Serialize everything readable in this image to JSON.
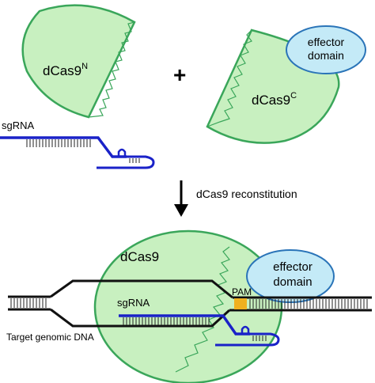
{
  "top": {
    "ncterm": {
      "label": "dCas9",
      "superscript": "N"
    },
    "cterm": {
      "label": "dCas9",
      "superscript": "C"
    },
    "plus": "+",
    "effector": {
      "line1": "effector",
      "line2": "domain"
    },
    "sgrna_label": "sgRNA"
  },
  "step": {
    "label": "dCas9 reconstitution"
  },
  "bottom": {
    "dcas9_label": "dCas9",
    "effector": {
      "line1": "effector",
      "line2": "domain"
    },
    "pam_label": "PAM",
    "sgrna_label": "sgRNA",
    "dna_label": "Target genomic DNA"
  },
  "colors": {
    "protein_fill": "#c8f0c0",
    "protein_stroke": "#3aa65a",
    "effector_fill": "#c4eaf7",
    "effector_stroke": "#2a74b8",
    "rna": "#1a22c8",
    "dna": "#111111",
    "pam": "#f0b020",
    "seam": "#3aa65a"
  }
}
